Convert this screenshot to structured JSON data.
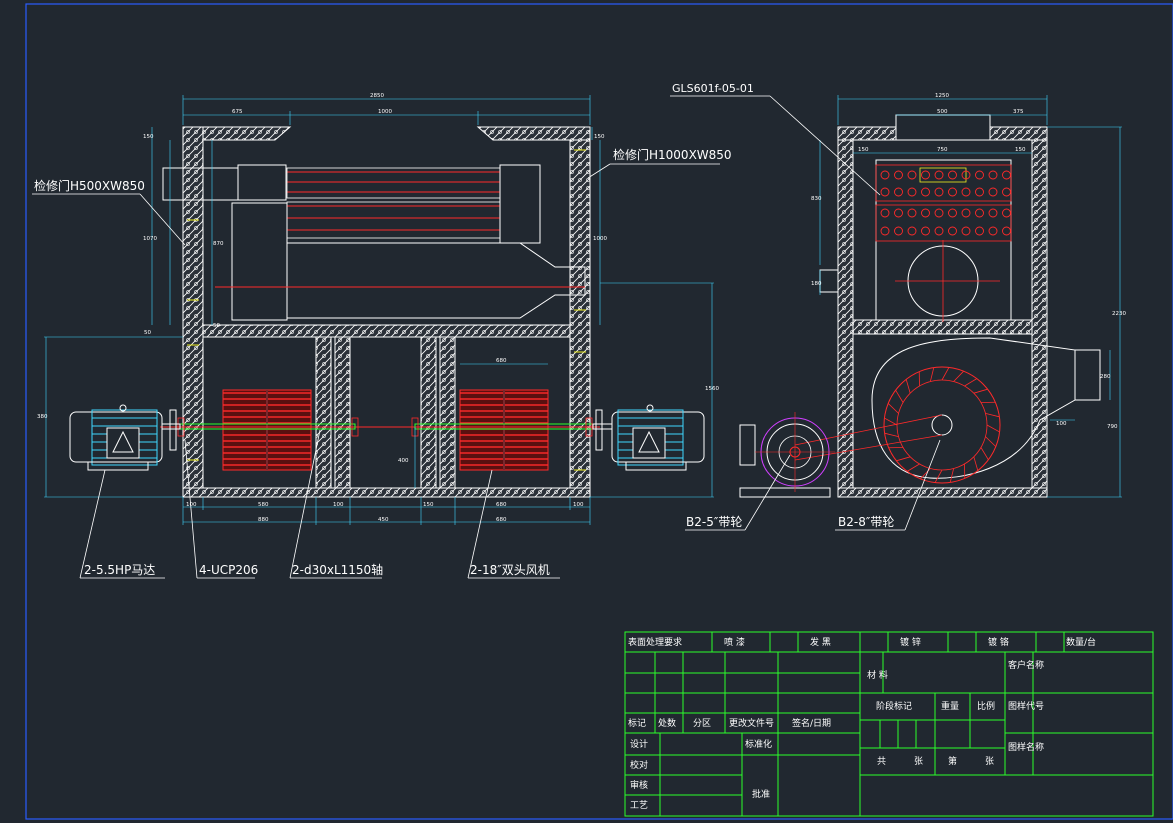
{
  "callouts": {
    "hatch_small": "检修门H500XW850",
    "hatch_large": "检修门H1000XW850",
    "part_no": "GLS601f-05-01",
    "motor": "2-5.5HP马达",
    "bearing": "4-UCP206",
    "shaft": "2-d30xL1150轴",
    "fan": "2-18″双头风机",
    "pulley_small": "B2-5″带轮",
    "pulley_large": "B2-8″带轮"
  },
  "dimensions": {
    "front_total_width": "2850",
    "front_left_seg": "675",
    "front_mid_seg": "1000",
    "front_left_height": "1070",
    "front_inner_height": "870",
    "front_right_height": "1000",
    "front_top_thk_l": "150",
    "front_top_thk_r": "150",
    "front_mid_small": "50",
    "front_mid_small2": "50",
    "motor_axis_height": "380",
    "front_right_lower": "1560",
    "fan_height": "400",
    "fan_width": "680",
    "bottom_left_thk": "100",
    "bottom_fan_w_l": "580",
    "bottom_overall_l": "880",
    "bottom_wall_100": "100",
    "bottom_gap": "450",
    "bottom_wall_150": "150",
    "bottom_fan_w_r": "680",
    "bottom_right_100": "100",
    "side_total_width": "1250",
    "side_top_mid": "500",
    "side_top_right": "375",
    "side_inner_l": "150",
    "side_inner_mid": "750",
    "side_inner_r": "150",
    "side_upper_height": "830",
    "side_small_height": "180",
    "side_total_height": "2230",
    "side_outlet_h": "280",
    "side_outlet_w": "100",
    "side_lower_height": "790"
  },
  "title_block": {
    "row1": [
      "表面处理要求",
      "喷 漆",
      "发 黑",
      "镀 锌",
      "镀 铬",
      "数量/台"
    ],
    "material": "材 料",
    "customer_name": "客户名称",
    "stage_mark": "阶段标记",
    "weight": "重量",
    "scale": "比例",
    "drawing_code": "图样代号",
    "rev_headers": [
      "标记",
      "处数",
      "分区",
      "更改文件号",
      "签名/日期"
    ],
    "design": "设计",
    "standardize": "标准化",
    "check": "校对",
    "review": "审核",
    "craft": "工艺",
    "approve": "批准",
    "total": "共",
    "sheets_label": "张",
    "nth": "第",
    "sheet_label": "张",
    "drawing_name": "图样名称"
  },
  "colors": {
    "background": "#212830",
    "line": "#ffffff",
    "red": "#ff2a2a",
    "cyan": "#3fd8ff",
    "green": "#2aff2a",
    "yellow": "#f0f020",
    "magenta": "#d040ff",
    "blue_border": "#2a5cff"
  }
}
